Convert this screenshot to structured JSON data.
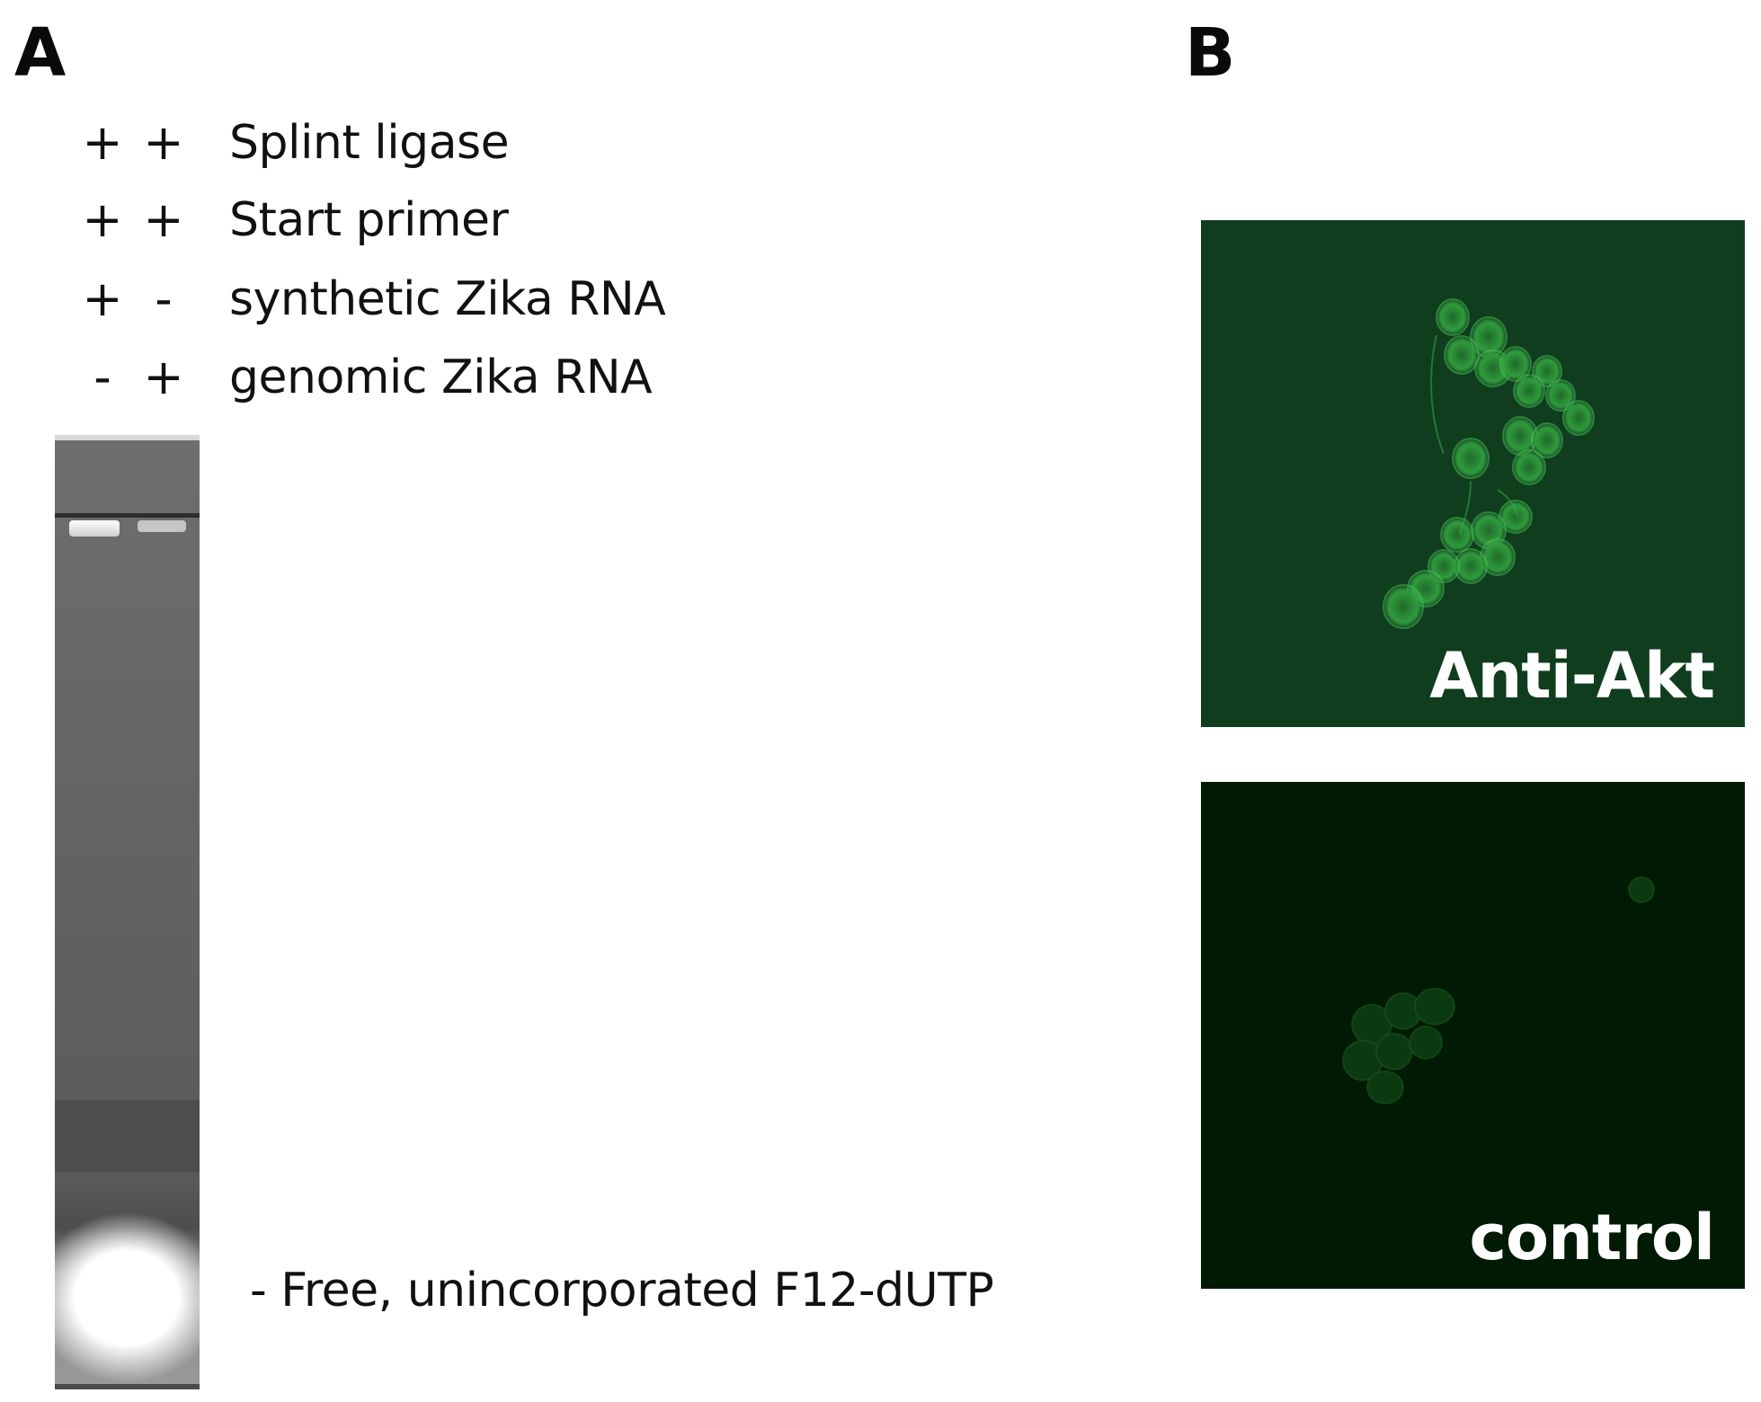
{
  "panels": {
    "a": {
      "letter": "A",
      "conditions": [
        {
          "lane1": "+",
          "lane2": "+",
          "label": "Splint ligase"
        },
        {
          "lane1": "+",
          "lane2": "+",
          "label": "Start primer"
        },
        {
          "lane1": "+",
          "lane2": "-",
          "label": "synthetic Zika RNA"
        },
        {
          "lane1": "-",
          "lane2": "+",
          "label": "genomic Zika RNA"
        }
      ],
      "free_label": "- Free, unincorporated F12-dUTP"
    },
    "b": {
      "letter": "B",
      "images": {
        "anti_akt": {
          "label": "Anti-Akt"
        },
        "control": {
          "label": "control"
        }
      }
    }
  },
  "colors": {
    "gel_background": "#6a6a6a",
    "anti_akt_background": "#0f3d1e",
    "control_background": "#001a04",
    "cell_fluorescence": "#3fbf4a"
  }
}
